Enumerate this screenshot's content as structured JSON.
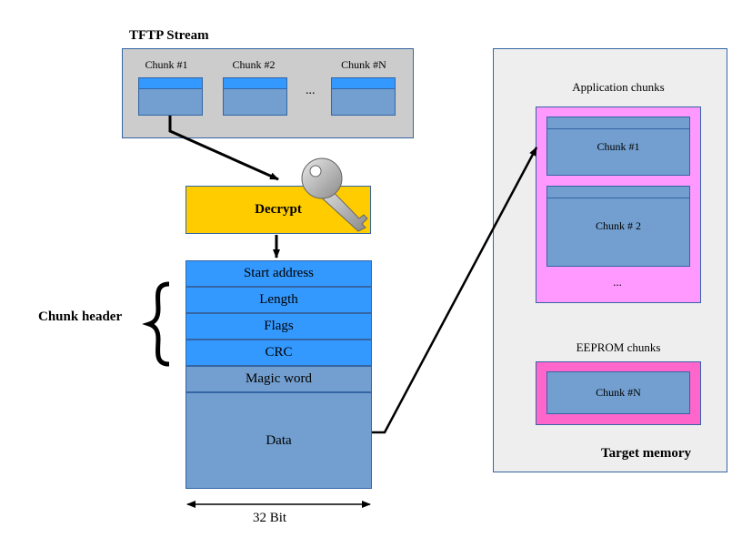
{
  "tftp_stream": {
    "title": "TFTP Stream",
    "chunks": [
      {
        "label": "Chunk #1"
      },
      {
        "label": "Chunk #2"
      },
      {
        "label": "Chunk #N"
      }
    ],
    "ellipsis": "..."
  },
  "decrypt": {
    "label": "Decrypt",
    "icon": "key-icon"
  },
  "chunk_layout": {
    "group_label": "Chunk header",
    "header_fields": [
      "Start address",
      "Length",
      "Flags",
      "CRC"
    ],
    "magic_word": "Magic word",
    "data": "Data",
    "width_label": "32 Bit"
  },
  "target_memory": {
    "title": "Target memory",
    "application": {
      "label": "Application chunks",
      "chunks": [
        "Chunk #1",
        "Chunk # 2"
      ],
      "ellipsis": "..."
    },
    "eeprom": {
      "label": "EEPROM chunks",
      "chunk": "Chunk #N"
    }
  },
  "colors": {
    "stream_bg": "#cccccc",
    "chunk_header": "#3399ff",
    "chunk_body": "#729fcf",
    "border": "#3465a4",
    "decrypt": "#ffcc00",
    "target_bg": "#eeeeee",
    "app_region": "#ff99ff",
    "eeprom_region": "#ff66cc"
  }
}
